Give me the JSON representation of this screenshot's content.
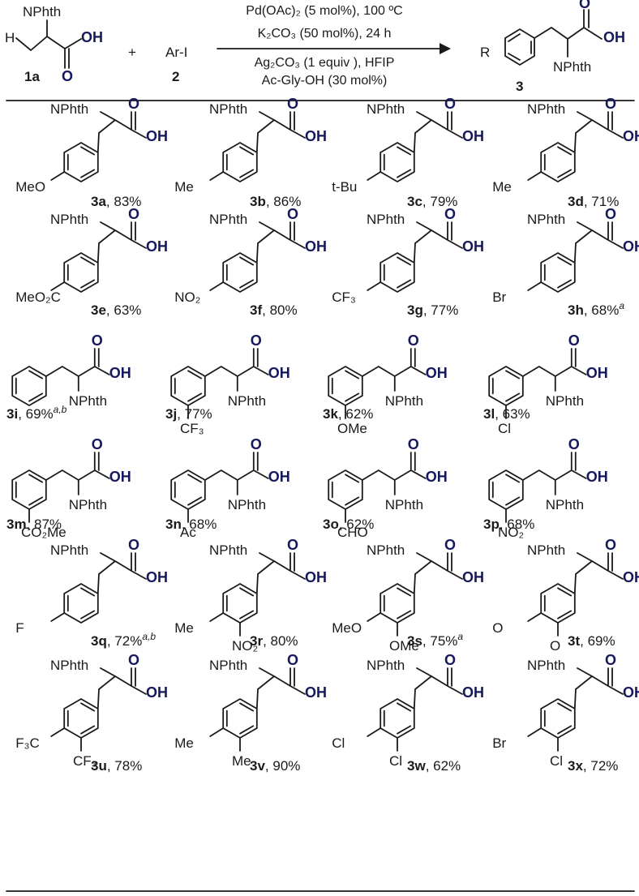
{
  "scheme": {
    "reactant1": {
      "label": "1a",
      "h": "H",
      "nphth": "NPhth",
      "oh": "OH",
      "o": "O"
    },
    "plus": "+",
    "reactant2": {
      "formula": "Ar-I",
      "label": "2"
    },
    "conditions": {
      "line1": "Pd(OAc)₂ (5 mol%), 100 ºC",
      "line2": "K₂CO₃ (50 mol%), 24 h",
      "line3": "Ag₂CO₃ (1 equiv ), HFIP",
      "line4": "Ac-Gly-OH (30 mol%)"
    },
    "product": {
      "label": "3",
      "r": "R",
      "nphth": "NPhth",
      "oh": "OH",
      "o": "O"
    }
  },
  "products": [
    {
      "id": "3a",
      "yield": ", 83%",
      "note": "",
      "subs": [
        "MeO"
      ]
    },
    {
      "id": "3b",
      "yield": ", 86%",
      "note": "",
      "subs": [
        "Me"
      ]
    },
    {
      "id": "3c",
      "yield": ", 79%",
      "note": "",
      "subs": [
        "t-Bu"
      ]
    },
    {
      "id": "3d",
      "yield": ", 71%",
      "note": "",
      "subs": [
        "Me"
      ]
    },
    {
      "id": "3e",
      "yield": ", 63%",
      "note": "",
      "subs": [
        "MeO₂C"
      ]
    },
    {
      "id": "3f",
      "yield": ", 80%",
      "note": "",
      "subs": [
        "NO₂"
      ]
    },
    {
      "id": "3g",
      "yield": ", 77%",
      "note": "",
      "subs": [
        "CF₃"
      ]
    },
    {
      "id": "3h",
      "yield": ", 68%",
      "note": "a",
      "subs": [
        "Br"
      ]
    },
    {
      "id": "3i",
      "yield": ", 69%",
      "note": "a,b",
      "subs": []
    },
    {
      "id": "3j",
      "yield": ", 77%",
      "note": "",
      "subs": [
        "CF₃"
      ]
    },
    {
      "id": "3k",
      "yield": ", 62%",
      "note": "",
      "subs": [
        "OMe"
      ]
    },
    {
      "id": "3l",
      "yield": ", 63%",
      "note": "",
      "subs": [
        "Cl"
      ]
    },
    {
      "id": "3m",
      "yield": ", 87%",
      "note": "",
      "subs": [
        "CO₂Me"
      ]
    },
    {
      "id": "3n",
      "yield": ", 68%",
      "note": "",
      "subs": [
        "Ac"
      ]
    },
    {
      "id": "3o",
      "yield": ", 62%",
      "note": "",
      "subs": [
        "CHO"
      ]
    },
    {
      "id": "3p",
      "yield": ", 68%",
      "note": "",
      "subs": [
        "NO₂"
      ]
    },
    {
      "id": "3q",
      "yield": ", 72%",
      "note": "a,b",
      "subs": [
        "F"
      ]
    },
    {
      "id": "3r",
      "yield": ", 80%",
      "note": "",
      "subs": [
        "Me",
        "NO₂"
      ]
    },
    {
      "id": "3s",
      "yield": ", 75%",
      "note": "a",
      "subs": [
        "MeO",
        "OMe"
      ]
    },
    {
      "id": "3t",
      "yield": ", 69%",
      "note": "",
      "subs": [
        "O",
        "O"
      ]
    },
    {
      "id": "3u",
      "yield": ", 78%",
      "note": "",
      "subs": [
        "F₃C",
        "CF₃"
      ]
    },
    {
      "id": "3v",
      "yield": ", 90%",
      "note": "",
      "subs": [
        "Me",
        "Me"
      ]
    },
    {
      "id": "3w",
      "yield": ", 62%",
      "note": "",
      "subs": [
        "Cl",
        "Cl"
      ]
    },
    {
      "id": "3x",
      "yield": ", 72%",
      "note": "",
      "subs": [
        "Br",
        "Cl"
      ]
    }
  ],
  "common": {
    "nphth": "NPhth",
    "oh": "OH",
    "o": "O"
  }
}
